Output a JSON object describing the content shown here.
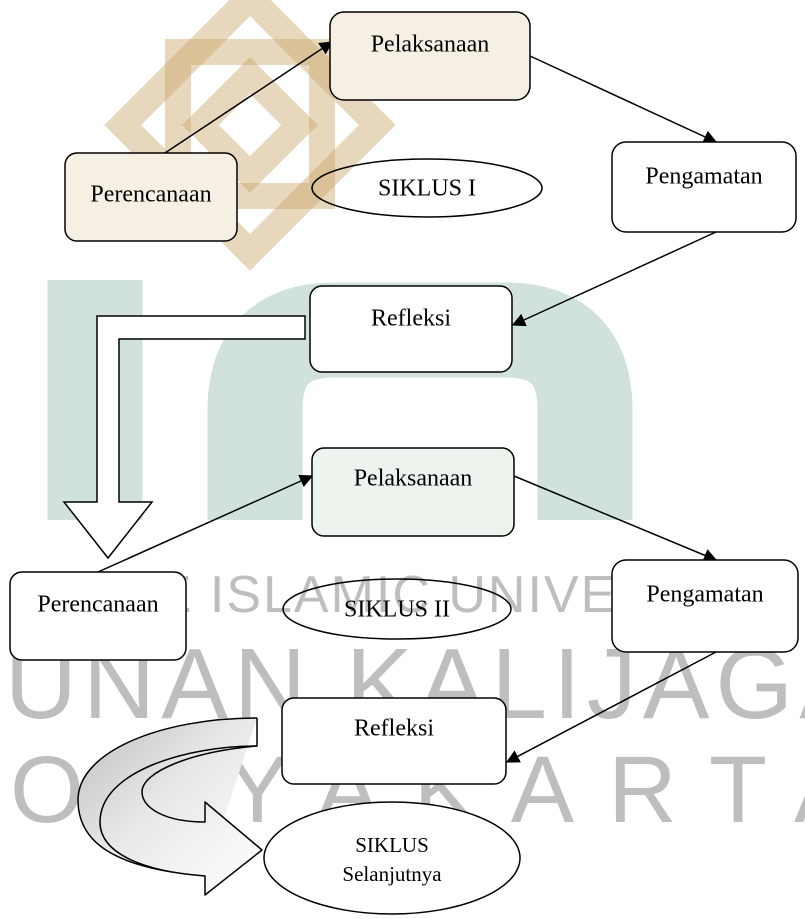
{
  "cycle1": {
    "plan": "Perencanaan",
    "act": "Pelaksanaan",
    "observe": "Pengamatan",
    "reflect": "Refleksi",
    "label": "SIKLUS I"
  },
  "cycle2": {
    "plan": "Perencanaan",
    "act": "Pelaksanaan",
    "observe": "Pengamatan",
    "reflect": "Refleksi",
    "label": "SIKLUS II"
  },
  "next": {
    "line1": "SIKLUS",
    "line2": "Selanjutnya"
  },
  "watermark": {
    "line1": "STATE ISLAMIC UNIVERSITY",
    "line2": "SUNAN KALIJAGA",
    "line3": "YOGYAKARTA",
    "logo_color": "#c9a66b",
    "band_color": "#2e7d5b",
    "text_color": "#8a8a8a"
  }
}
